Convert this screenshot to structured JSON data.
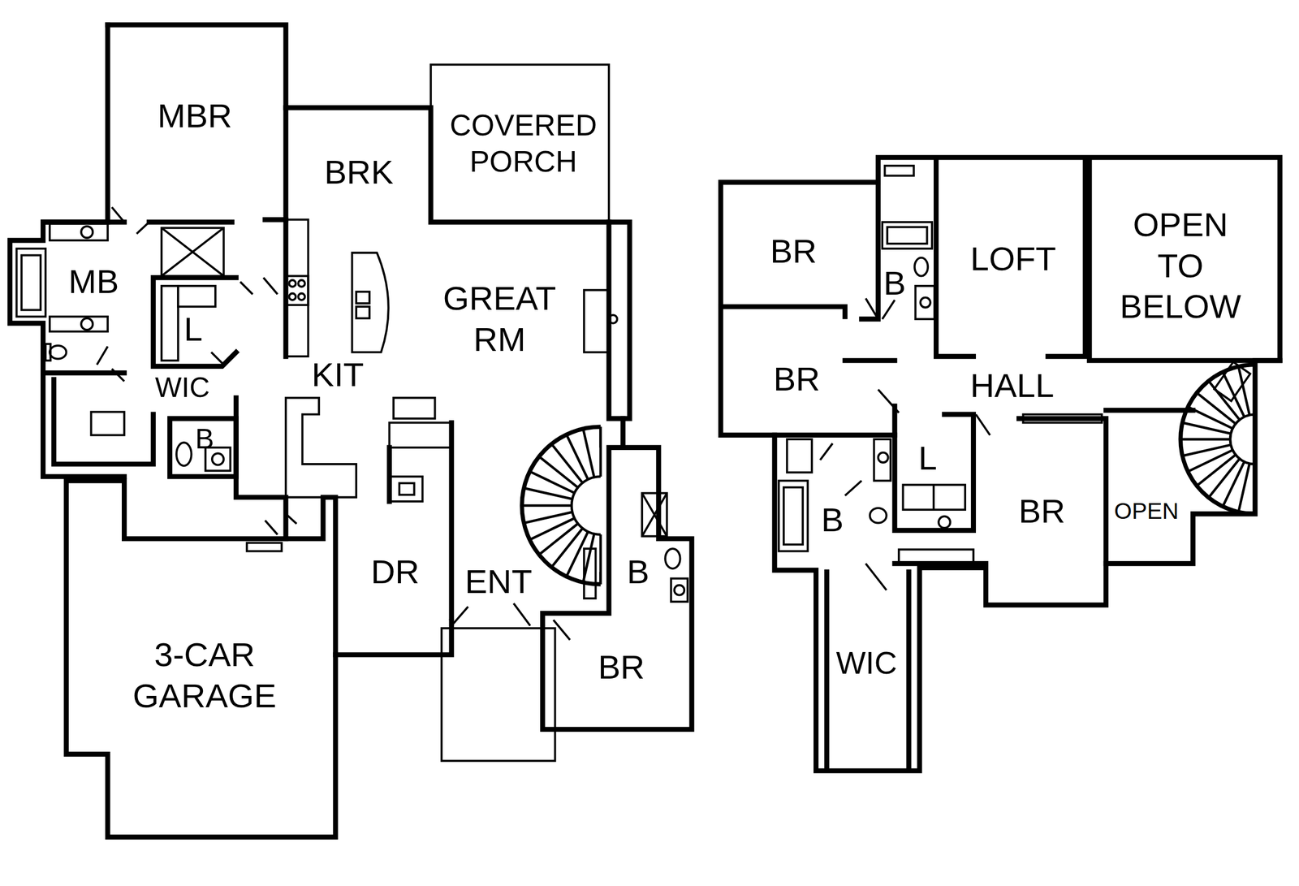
{
  "diagram": {
    "labels": [
      "MBR",
      "COVERED PORCH",
      "BRK",
      "MB",
      "L",
      "GREAT RM",
      "KIT",
      "WIC",
      "B",
      "DR",
      "ENT",
      "B",
      "BR",
      "3-CAR GARAGE",
      "BR",
      "B",
      "LOFT",
      "OPEN TO BELOW",
      "BR",
      "HALL",
      "L",
      "B",
      "BR",
      "OPEN",
      "WIC"
    ]
  }
}
